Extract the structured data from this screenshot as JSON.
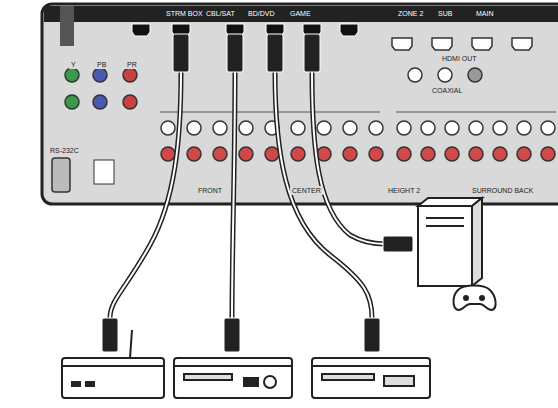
{
  "diagram": {
    "labels": [
      "STRM BOX",
      "CBL/SAT",
      "BD/DVD",
      "GAME",
      "ZONE 2",
      "SUB",
      "MAIN",
      "HDMI OUT",
      "Y",
      "PB",
      "PR",
      "COAXIAL",
      "RS-232C",
      "FRONT",
      "CENTER",
      "HEIGHT 2",
      "SURROUND BACK"
    ]
  }
}
